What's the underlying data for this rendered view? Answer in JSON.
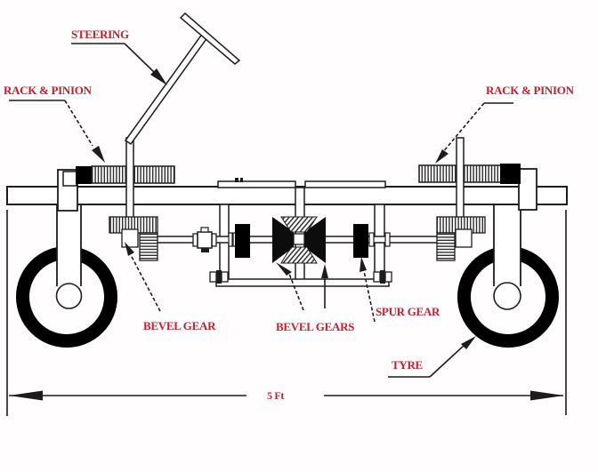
{
  "diagram": {
    "type": "engineering-front-view",
    "labels": {
      "steering": "STEERING",
      "rack_pinion_left": "RACK & PINION",
      "rack_pinion_right": "RACK & PINION",
      "bevel_gear": "BEVEL GEAR",
      "bevel_gears": "BEVEL GEARS",
      "spur_gear": "SPUR GEAR",
      "tyre": "TYRE",
      "dimension": "5 Ft"
    },
    "colors": {
      "label_text": "#c4202f",
      "linework": "#1c1c1c",
      "fill": "#ffffff",
      "background": "#fffdfd"
    }
  }
}
